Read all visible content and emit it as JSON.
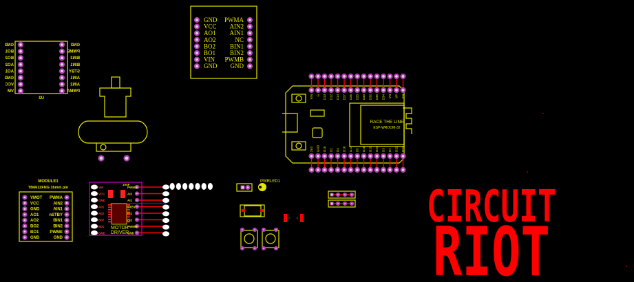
{
  "u2": {
    "designator": "U2",
    "left_pins": [
      "GND",
      "BO1",
      "BO2",
      "AO2",
      "AO1",
      "GND",
      "VCC",
      "VM"
    ],
    "right_pins": [
      "GND",
      "PWMB",
      "BIN2",
      "BIN1",
      "STBY",
      "AIN1",
      "AIN2",
      "PWMA"
    ]
  },
  "breakout": {
    "left_pins": [
      "GND",
      "VCC",
      "AO1",
      "AO2",
      "BO2",
      "BO1",
      "VIN",
      "GND"
    ],
    "right_pins": [
      "PWMA",
      "AIN2",
      "AIN1",
      "NC",
      "BIN1",
      "BIN2",
      "PWMB",
      "GND"
    ]
  },
  "esp32": {
    "title": "RACE THE LINE",
    "module": "ESP-WROOM-32",
    "top_pins": [
      "VIN",
      "G",
      "D13",
      "D12",
      "D14",
      "D27",
      "D26",
      "D25",
      "D33",
      "D32",
      "D35",
      "D34",
      "VN",
      "VP",
      "EN"
    ],
    "bottom_pins": [
      "3V3",
      "GND",
      "D15",
      "D2",
      "D4",
      "D16",
      "D17",
      "D5",
      "D18",
      "D19",
      "D21",
      "D3",
      "D1",
      "D22",
      "D23"
    ]
  },
  "module1": {
    "designator": "MODULE1",
    "description": "TB6612FNG 16mm pin",
    "left_pins": [
      "VMOT",
      "VCC",
      "GND",
      "AO1",
      "AO2",
      "BO2",
      "BO1",
      "GND"
    ],
    "right_pins": [
      "PWMA",
      "AIN2",
      "AIN1",
      "nSTBY",
      "BIN1",
      "BIN2",
      "PWME",
      "GND"
    ]
  },
  "motor_driver": {
    "label_line1": "MOTOR",
    "label_line2": "DRIVER",
    "cap_label": "10uF",
    "left_pins": [
      "VM",
      "VCC",
      "GND",
      "A01",
      "A02",
      "B02",
      "B01",
      "GND"
    ],
    "right_pins": [
      "PWMA",
      "AI2",
      "AI1",
      "STBY",
      "BI1",
      "BI2",
      "PWMB",
      "GND"
    ]
  },
  "pwrled": {
    "designator": "PWRLED1"
  },
  "logo": {
    "line1": "CIRCUIT",
    "line2": "RIOT",
    "color": "#ff0000"
  },
  "colors": {
    "silkscreen": "#e6e600",
    "pad_ring": "#b040b0",
    "trace": "#ff0000",
    "board_outline": "#cc00cc"
  }
}
